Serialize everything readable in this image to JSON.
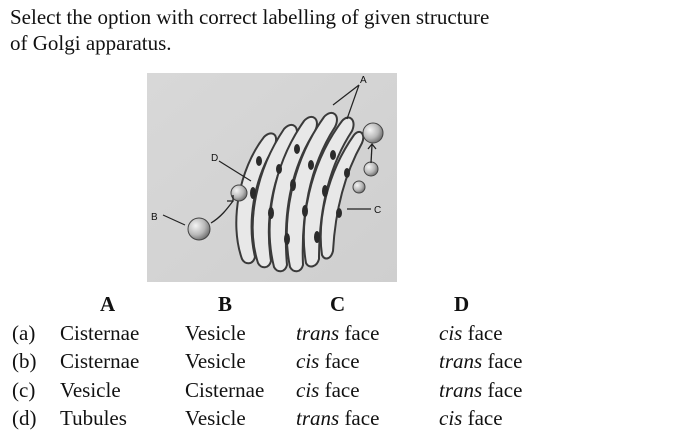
{
  "question": {
    "line1": "Select the option with correct labelling of given structure",
    "line2": "of Golgi apparatus."
  },
  "figure": {
    "labels": {
      "a": "A",
      "b": "B",
      "c": "C",
      "d": "D"
    }
  },
  "options": {
    "headers": [
      "A",
      "B",
      "C",
      "D"
    ],
    "rows": [
      {
        "label": "(a)",
        "a": "Cisternae",
        "b": "Vesicle",
        "c_term": "trans",
        "c_rest": " face",
        "d_term": "cis",
        "d_rest": " face"
      },
      {
        "label": "(b)",
        "a": "Cisternae",
        "b": "Vesicle",
        "c_term": "cis",
        "c_rest": " face",
        "d_term": "trans",
        "d_rest": " face"
      },
      {
        "label": "(c)",
        "a": "Vesicle",
        "b": "Cisternae",
        "c_term": "cis",
        "c_rest": " face",
        "d_term": "trans",
        "d_rest": " face"
      },
      {
        "label": "(d)",
        "a": "Tubules",
        "b": "Vesicle",
        "c_term": "trans",
        "c_rest": " face",
        "d_term": "cis",
        "d_rest": " face"
      }
    ]
  }
}
